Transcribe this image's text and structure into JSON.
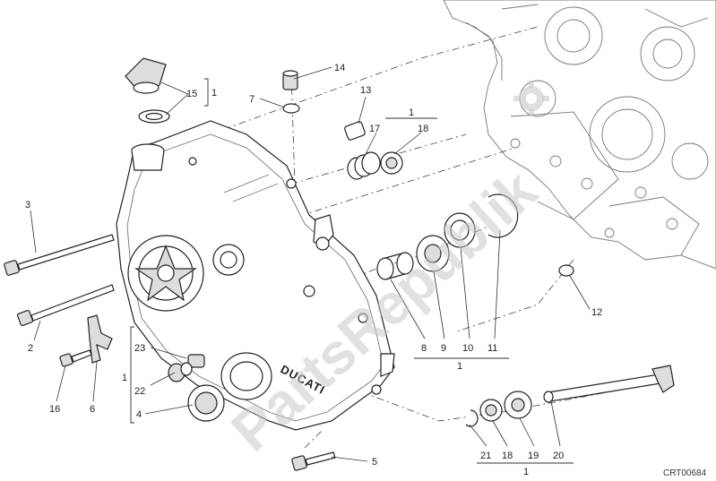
{
  "watermark": "PartsRepublik",
  "diagram_code": "CRT00684",
  "cover_logo": "DUCATI",
  "callouts": {
    "c14": "14",
    "c7": "7",
    "c15": "15",
    "c1_top": "1",
    "c13": "13",
    "c1_group": "1",
    "c17": "17",
    "c18_top": "18",
    "c3": "3",
    "c12": "12",
    "c23": "23",
    "c1_side": "1",
    "c22": "22",
    "c4": "4",
    "c2": "2",
    "c16": "16",
    "c6": "6",
    "c8": "8",
    "c9": "9",
    "c10": "10",
    "c11": "11",
    "c1_bottom_mid": "1",
    "c21": "21",
    "c18_bottom": "18",
    "c19": "19",
    "c20": "20",
    "c1_bottom_right": "1",
    "c5": "5"
  }
}
